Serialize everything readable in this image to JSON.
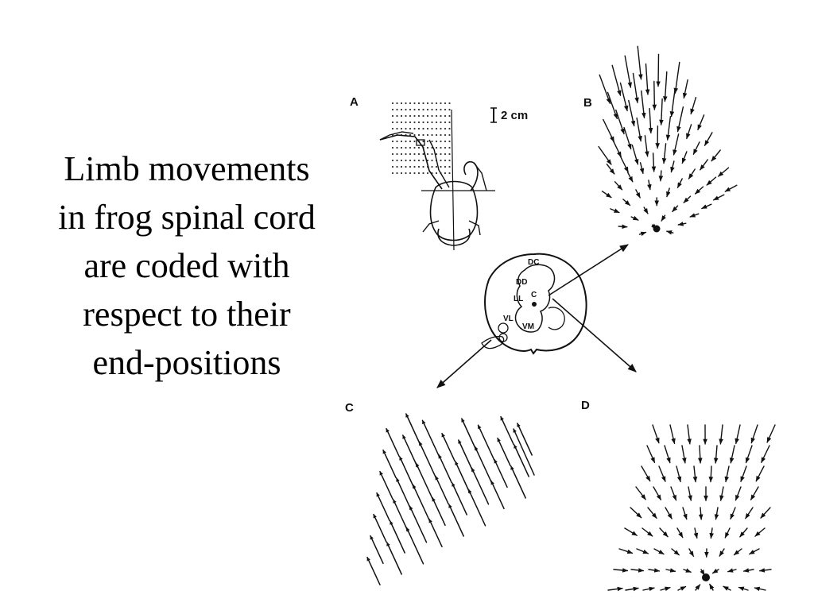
{
  "slide": {
    "title": "Limb movements\nin frog spinal cord\nare coded with\nrespect to their\nend-positions"
  },
  "figure": {
    "panels": [
      {
        "id": "A",
        "label": "A"
      },
      {
        "id": "B",
        "label": "B"
      },
      {
        "id": "C",
        "label": "C"
      },
      {
        "id": "D",
        "label": "D"
      }
    ],
    "scale_bar": "2 cm",
    "cord_regions": {
      "dc": "DC",
      "dd": "DD",
      "ll": "LL",
      "c": "C",
      "vm": "VM",
      "vl": "VL"
    }
  }
}
